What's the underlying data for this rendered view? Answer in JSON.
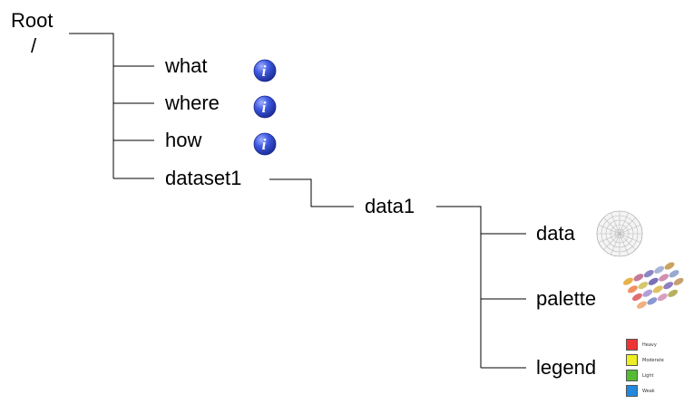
{
  "root": {
    "label": "Root",
    "path": "/"
  },
  "level1": {
    "what": "what",
    "where": "where",
    "how": "how",
    "dataset": "dataset1"
  },
  "level2": {
    "data": "data1"
  },
  "level3": {
    "data": "data",
    "palette": "palette",
    "legend": "legend"
  },
  "icons": {
    "info": "info-icon",
    "polar_grid": "polar-grid-icon",
    "palette": "color-palette-icon",
    "legend": "legend-thumbnail-icon"
  },
  "legend_thumbnail": [
    {
      "label": "Heavy",
      "color": "#ee3333"
    },
    {
      "label": "Moderate",
      "color": "#eeee22"
    },
    {
      "label": "Light",
      "color": "#55bb33"
    },
    {
      "label": "Weak",
      "color": "#2288dd"
    }
  ],
  "colors": {
    "info_blue": "#2b45c8",
    "line": "#000000"
  }
}
